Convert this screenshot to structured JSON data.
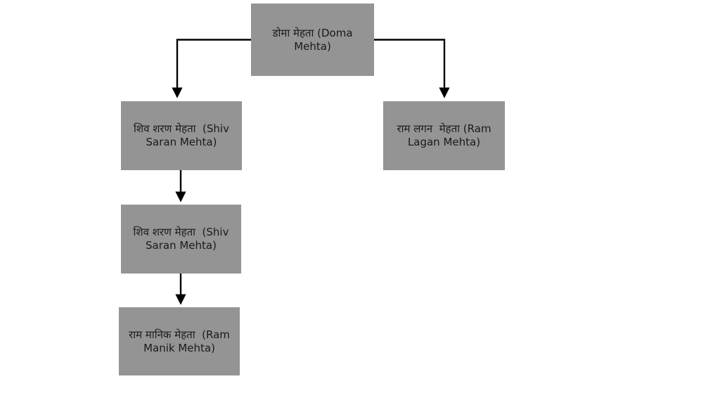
{
  "diagram": {
    "type": "family-tree",
    "title": "",
    "background_color": "#ffffff",
    "node_fill_color": "#949494",
    "node_text_color": "#1a1a1a",
    "connector_color": "#000000",
    "nodes": [
      {
        "id": "root",
        "label": "डोमा मेहता (Doma Mehta)",
        "generation": 1
      },
      {
        "id": "child1",
        "label": "शिव शरण मेहता  (Shiv Saran Mehta)",
        "generation": 2
      },
      {
        "id": "child2",
        "label": "राम लगन  मेहता (Ram Lagan Mehta)",
        "generation": 2
      },
      {
        "id": "child3",
        "label": "शिव शरण मेहता  (Shiv Saran Mehta)",
        "generation": 3
      },
      {
        "id": "child4",
        "label": "राम मानिक मेहता  (Ram Manik Mehta)",
        "generation": 4
      }
    ],
    "edges": [
      {
        "from": "root",
        "to": "child1",
        "style": "elbow-left-down-arrow"
      },
      {
        "from": "root",
        "to": "child2",
        "style": "elbow-right-down-arrow"
      },
      {
        "from": "child1",
        "to": "child3",
        "style": "straight-down-arrow"
      },
      {
        "from": "child3",
        "to": "child4",
        "style": "straight-down-arrow"
      }
    ]
  }
}
